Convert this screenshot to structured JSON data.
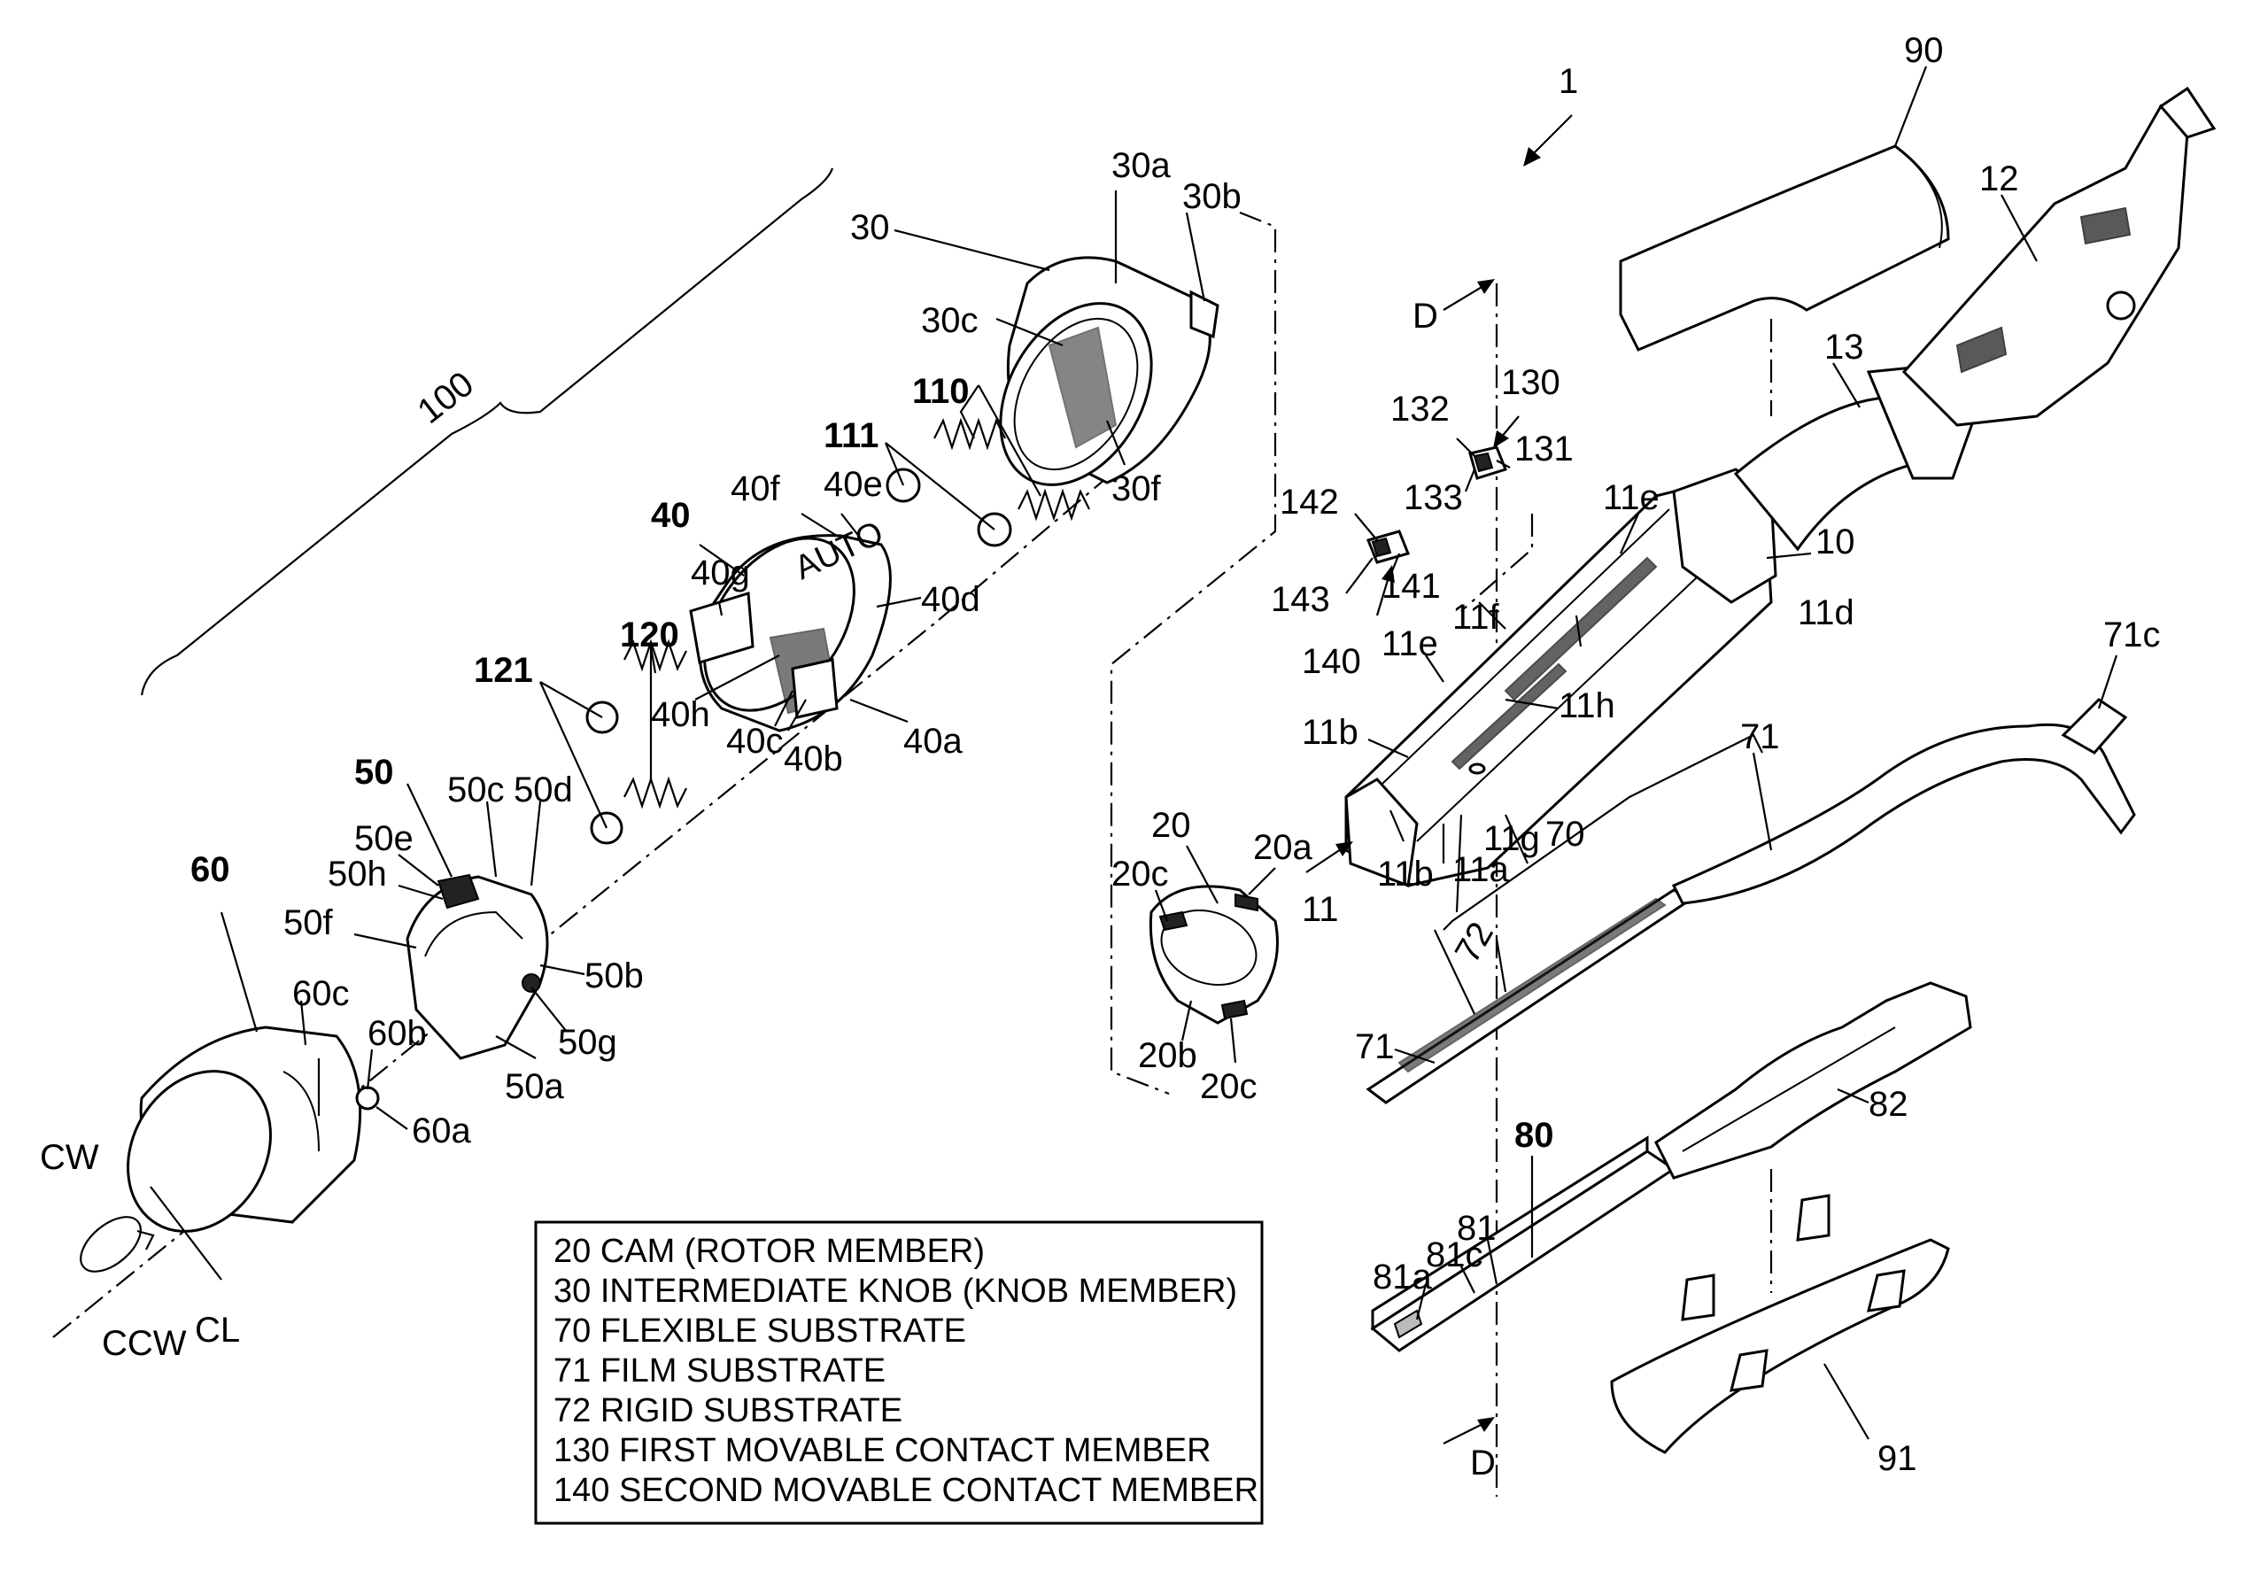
{
  "labels": {
    "l1": "1",
    "l90": "90",
    "l12": "12",
    "l13": "13",
    "l10": "10",
    "l100": "100",
    "l30": "30",
    "l30a": "30a",
    "l30b": "30b",
    "l30c": "30c",
    "l30f": "30f",
    "l110": "110",
    "l111": "111",
    "l40": "40",
    "l40f": "40f",
    "l40e": "40e",
    "l40g": "40g",
    "l40d": "40d",
    "l40h": "40h",
    "l40c": "40c",
    "l40b": "40b",
    "l40a": "40a",
    "l120": "120",
    "l121": "121",
    "l50": "50",
    "l50c": "50c",
    "l50d": "50d",
    "l50e": "50e",
    "l50h": "50h",
    "l50f": "50f",
    "l50b": "50b",
    "l50g": "50g",
    "l50a": "50a",
    "l60": "60",
    "l60c": "60c",
    "l60b": "60b",
    "l60a": "60a",
    "lCW": "CW",
    "lCCW": "CCW",
    "lCL": "CL",
    "lD1": "D",
    "lD2": "D",
    "l130": "130",
    "l132": "132",
    "l131": "131",
    "l133": "133",
    "l142": "142",
    "l143": "143",
    "l141": "141",
    "l140": "140",
    "l11e1": "11e",
    "l11e2": "11e",
    "l11f": "11f",
    "l11d": "11d",
    "l11h": "11h",
    "l11b1": "11b",
    "l11b2": "11b",
    "l11a": "11a",
    "l11g": "11g",
    "l11": "11",
    "l20": "20",
    "l20a": "20a",
    "l20c1": "20c",
    "l20c2": "20c",
    "l20b": "20b",
    "l70": "70",
    "l71a": "71",
    "l71b": "71",
    "l71c": "71c",
    "l72": "72",
    "l80": "80",
    "l81": "81",
    "l81c": "81c",
    "l81a": "81a",
    "l82": "82",
    "l91": "91"
  },
  "legend": [
    "20 CAM (ROTOR MEMBER)",
    "30 INTERMEDIATE KNOB (KNOB MEMBER)",
    "70 FLEXIBLE SUBSTRATE",
    "71 FILM SUBSTRATE",
    "72 RIGID SUBSTRATE",
    "130 FIRST MOVABLE CONTACT MEMBER",
    "140 SECOND MOVABLE CONTACT MEMBER"
  ],
  "knob_marks": {
    "auto": "AUTO"
  }
}
